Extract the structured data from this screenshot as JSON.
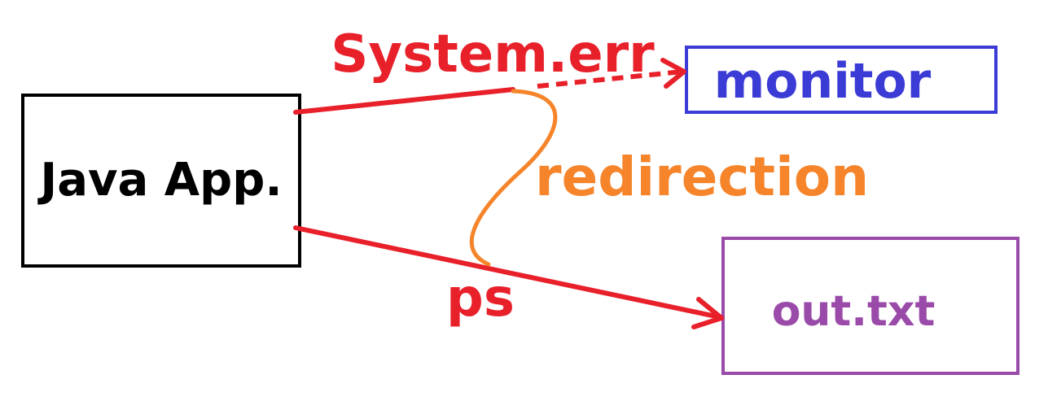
{
  "nodes": {
    "java_app": {
      "label": "Java App.",
      "color": "#000000"
    },
    "monitor": {
      "label": "monitor",
      "color": "#3b3bd6"
    },
    "out_txt": {
      "label": "out.txt",
      "color": "#9a4aa8"
    }
  },
  "edges": {
    "system_err": {
      "label": "System.err",
      "color": "#e8202a",
      "style": "dashed"
    },
    "ps": {
      "label": "ps",
      "color": "#e8202a",
      "style": "solid"
    }
  },
  "annotation": {
    "label": "redirection",
    "color": "#f5842a"
  }
}
